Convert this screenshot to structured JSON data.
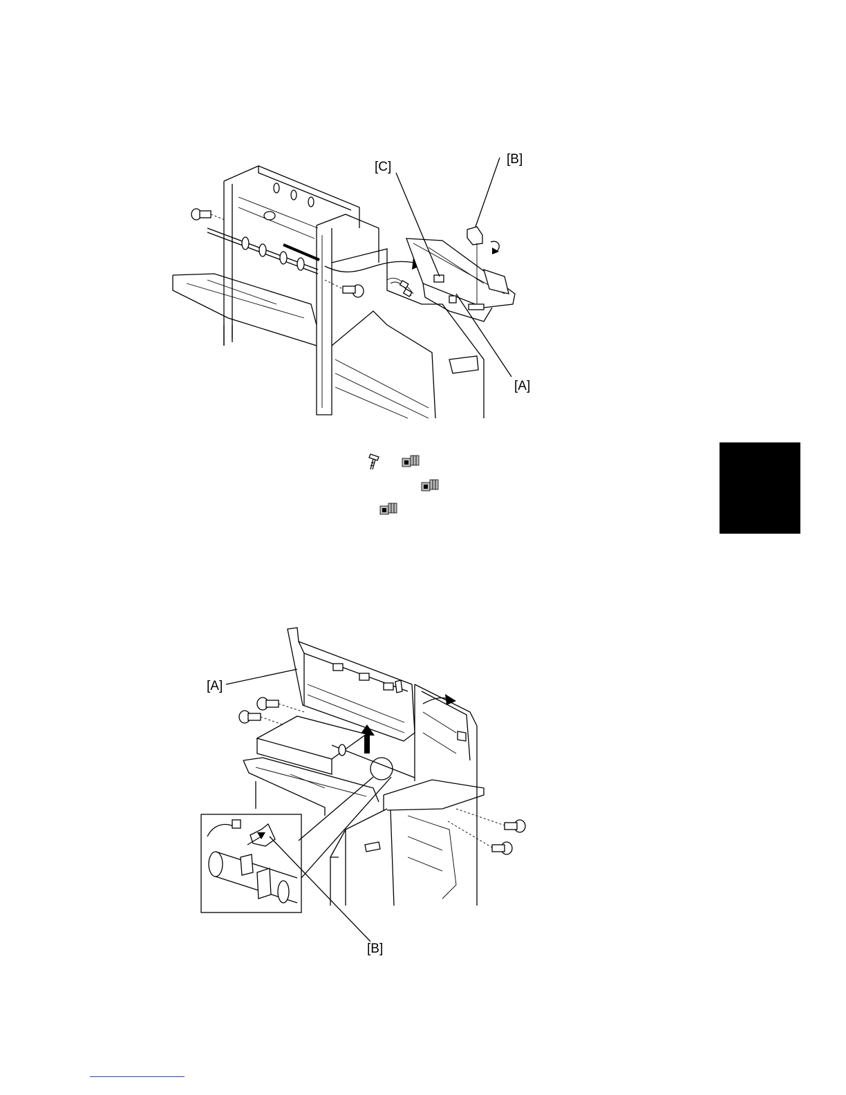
{
  "figure1": {
    "callout_c": "[C]",
    "callout_b": "[B]",
    "callout_a": "[A]"
  },
  "figure2": {
    "callout_a": "[A]",
    "callout_b": "[B]"
  },
  "icons": {
    "screw": "screw-icon",
    "connector": "connector-icon"
  }
}
